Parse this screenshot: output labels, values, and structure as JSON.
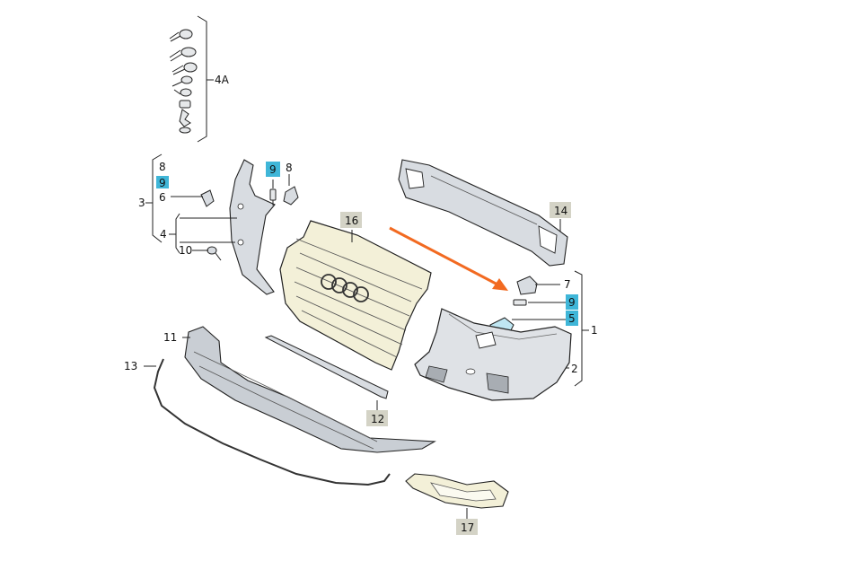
{
  "labels": {
    "l4a": "4A",
    "l3": "3",
    "l4": "4",
    "l6": "6",
    "l8a": "8",
    "l9a": "9",
    "l10": "10",
    "l9b": "9",
    "l8b": "8",
    "l16": "16",
    "l14": "14",
    "l7": "7",
    "l9c": "9",
    "l5": "5",
    "l1": "1",
    "l2": "2",
    "l11": "11",
    "l13": "13",
    "l12": "12",
    "l17": "17"
  },
  "colors": {
    "highlight": "#3fb6d8",
    "tag": "#d4d3c6",
    "arrow": "#f26a21",
    "line": "#222222",
    "bumper_fill": "#dfe2e6",
    "grille_fill": "#f3f0d8",
    "bracket_fill": "#d8dce1"
  }
}
